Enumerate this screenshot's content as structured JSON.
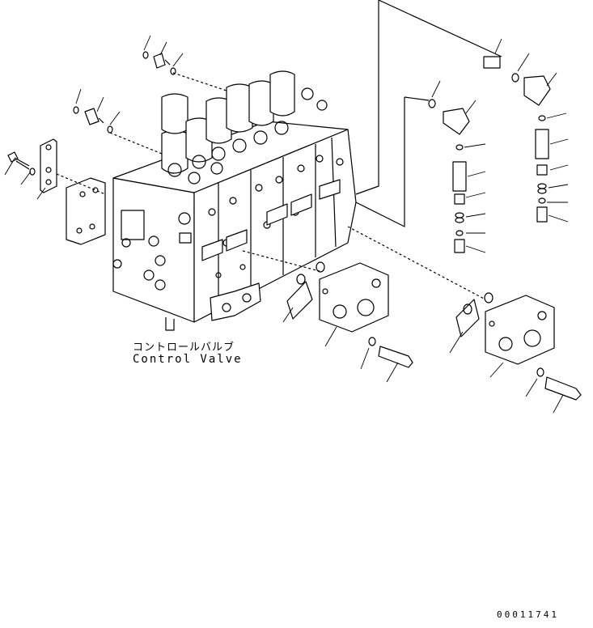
{
  "caption": {
    "japanese": "コントロールバルブ",
    "english": "Control Valve"
  },
  "drawing_number": "00011741",
  "colors": {
    "line": "#000000",
    "background": "#ffffff"
  }
}
